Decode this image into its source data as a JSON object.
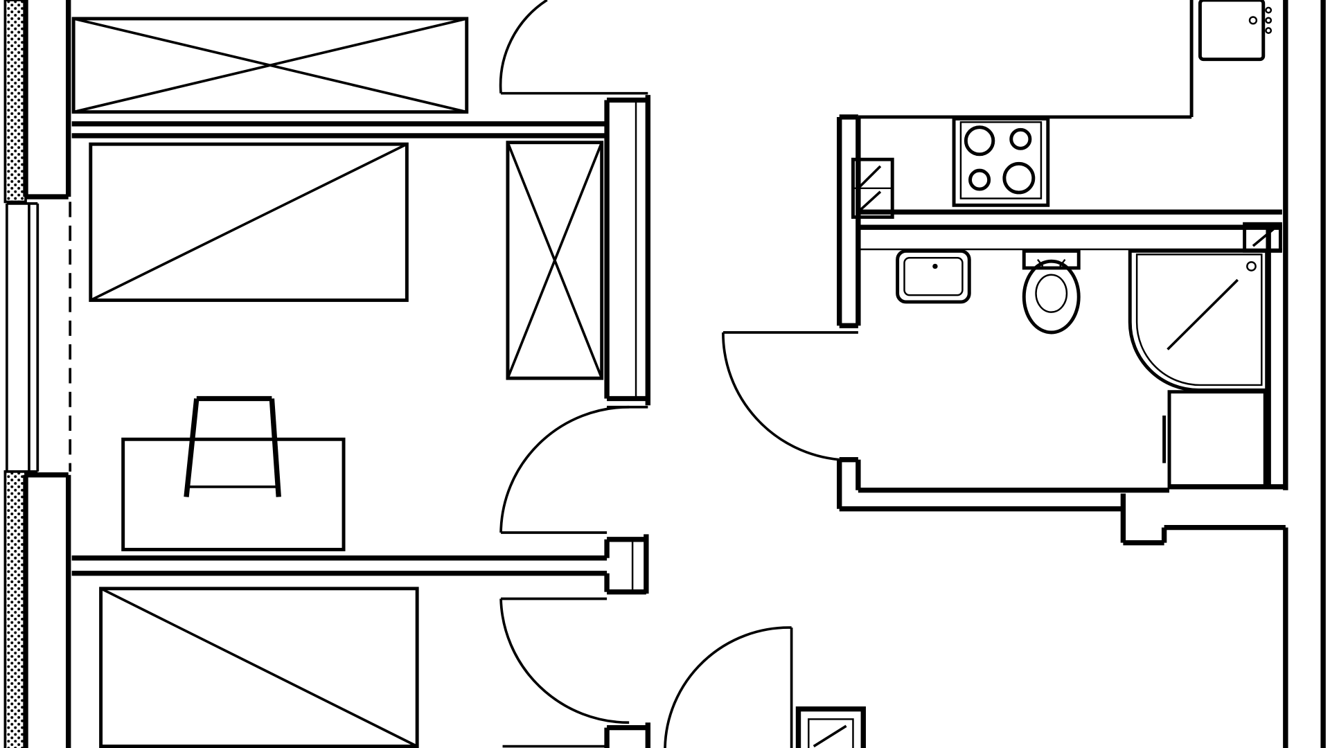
{
  "diagram": {
    "type": "floor-plan",
    "colors": {
      "line": "#000000",
      "background": "#ffffff"
    },
    "rooms": [
      {
        "id": "bedroom-top",
        "furniture": [
          "wardrobe-upper",
          "bed",
          "wardrobe-tall",
          "desk",
          "chair"
        ]
      },
      {
        "id": "bedroom-bottom",
        "furniture": [
          "bed-lower"
        ]
      },
      {
        "id": "kitchen",
        "furniture": [
          "counter",
          "cooktop",
          "sink"
        ]
      },
      {
        "id": "bathroom",
        "furniture": [
          "washbasin",
          "toilet",
          "shower",
          "cabinet"
        ]
      },
      {
        "id": "hallway",
        "furniture": [
          "shaft"
        ]
      }
    ],
    "doors": [
      "door-bedroom-top",
      "door-bedroom-middle",
      "door-bedroom-bottom",
      "door-bathroom",
      "door-entrance"
    ],
    "windows": [
      "window-left"
    ]
  }
}
